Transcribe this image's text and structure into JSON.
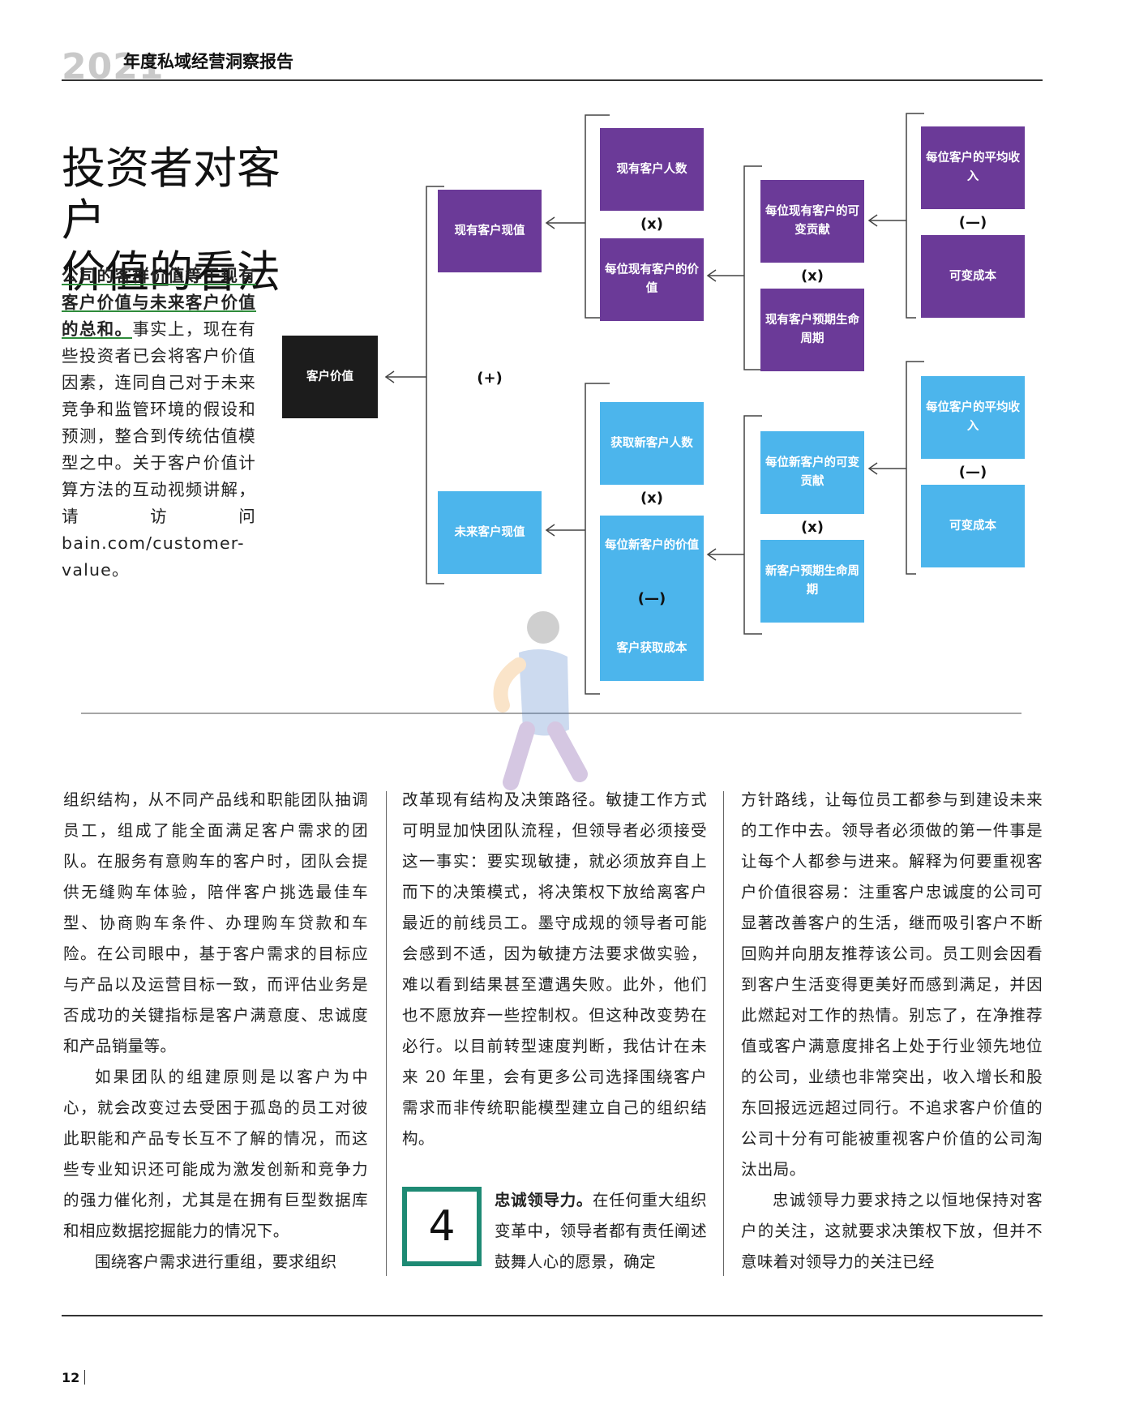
{
  "header": {
    "year": "2021",
    "title": "年度私域经营洞察报告"
  },
  "side": {
    "title_line1": "投资者对客户",
    "title_line2": "价值的看法",
    "lead_u1": "公司的客群价值等于现",
    "lead_u2": "有客户价值与未来客户",
    "lead_u3": "价值的总和。",
    "body": "事实上，现在有些投资者已会将客户价值因素，连同自己对于未来竞争和监管环境的假设和预测，整合到传统估值模型之中。关于客户价值计算方法的互动视频讲解，请访问bain.com/customer-value。"
  },
  "diagram": {
    "root": "客户价值",
    "plus": "(+)",
    "times": "(x)",
    "minus": "(—)",
    "existing": {
      "pv": "现有客户现值",
      "count": "现有客户人数",
      "value_per": "每位现有客户的价值",
      "contribution": "每位现有客户的可变贡献",
      "lifetime": "现有客户预期生命周期",
      "avg_income": "每位客户的平均收入",
      "var_cost": "可变成本"
    },
    "future": {
      "pv": "未来客户现值",
      "count": "获取新客户人数",
      "value_per": "每位新客户的价值",
      "acq_cost": "客户获取成本",
      "contribution": "每位新客户的可变贡献",
      "lifetime": "新客户预期生命周期",
      "avg_income": "每位客户的平均收入",
      "var_cost": "可变成本"
    }
  },
  "columns": {
    "col1_p1": "组织结构，从不同产品线和职能团队抽调员工，组成了能全面满足客户需求的团队。在服务有意购车的客户时，团队会提供无缝购车体验，陪伴客户挑选最佳车型、协商购车条件、办理购车贷款和车险。在公司眼中，基于客户需求的目标应与产品以及运营目标一致，而评估业务是否成功的关键指标是客户满意度、忠诚度和产品销量等。",
    "col1_p2": "如果团队的组建原则是以客户为中心，就会改变过去受困于孤岛的员工对彼此职能和产品专长互不了解的情况，而这些专业知识还可能成为激发创新和竞争力的强力催化剂，尤其是在拥有巨型数据库和相应数据挖掘能力的情况下。",
    "col1_p3": "围绕客户需求进行重组，要求组织",
    "col2_p1": "改革现有结构及决策路径。敏捷工作方式可明显加快团队流程，但领导者必须接受这一事实：要实现敏捷，就必须放弃自上而下的决策模式，将决策权下放给离客户最近的前线员工。墨守成规的领导者可能会感到不适，因为敏捷方法要求做实验，难以看到结果甚至遭遇失败。此外，他们也不愿放弃一些控制权。但这种改变势在必行。以目前转型速度判断，我估计在未来 20 年里，会有更多公司选择围绕客户需求而非传统职能模型建立自己的组织结构。",
    "section_number": "4",
    "col2_head": "忠诚领导力。",
    "col2_p2": "在任何重大组织变革中，领导者都有责任阐述鼓舞人心的愿景，确定",
    "col3_p1": "方针路线，让每位员工都参与到建设未来的工作中去。领导者必须做的第一件事是让每个人都参与进来。解释为何要重视客户价值很容易：注重客户忠诚度的公司可显著改善客户的生活，继而吸引客户不断回购并向朋友推荐该公司。员工则会因看到客户生活变得更美好而感到满足，并因此燃起对工作的热情。别忘了，在净推荐值或客户满意度排名上处于行业领先地位的公司，业绩也非常突出，收入增长和股东回报远远超过同行。不追求客户价值的公司十分有可能被重视客户价值的公司淘汰出局。",
    "col3_p2": "忠诚领导力要求持之以恒地保持对客户的关注，这就要求决策权下放，但并不意味着对领导力的关注已经"
  },
  "footer": {
    "page": "12"
  },
  "colors": {
    "purple": "#6b3a98",
    "blue": "#4cb5ec",
    "accent_green": "#1e8a74"
  }
}
